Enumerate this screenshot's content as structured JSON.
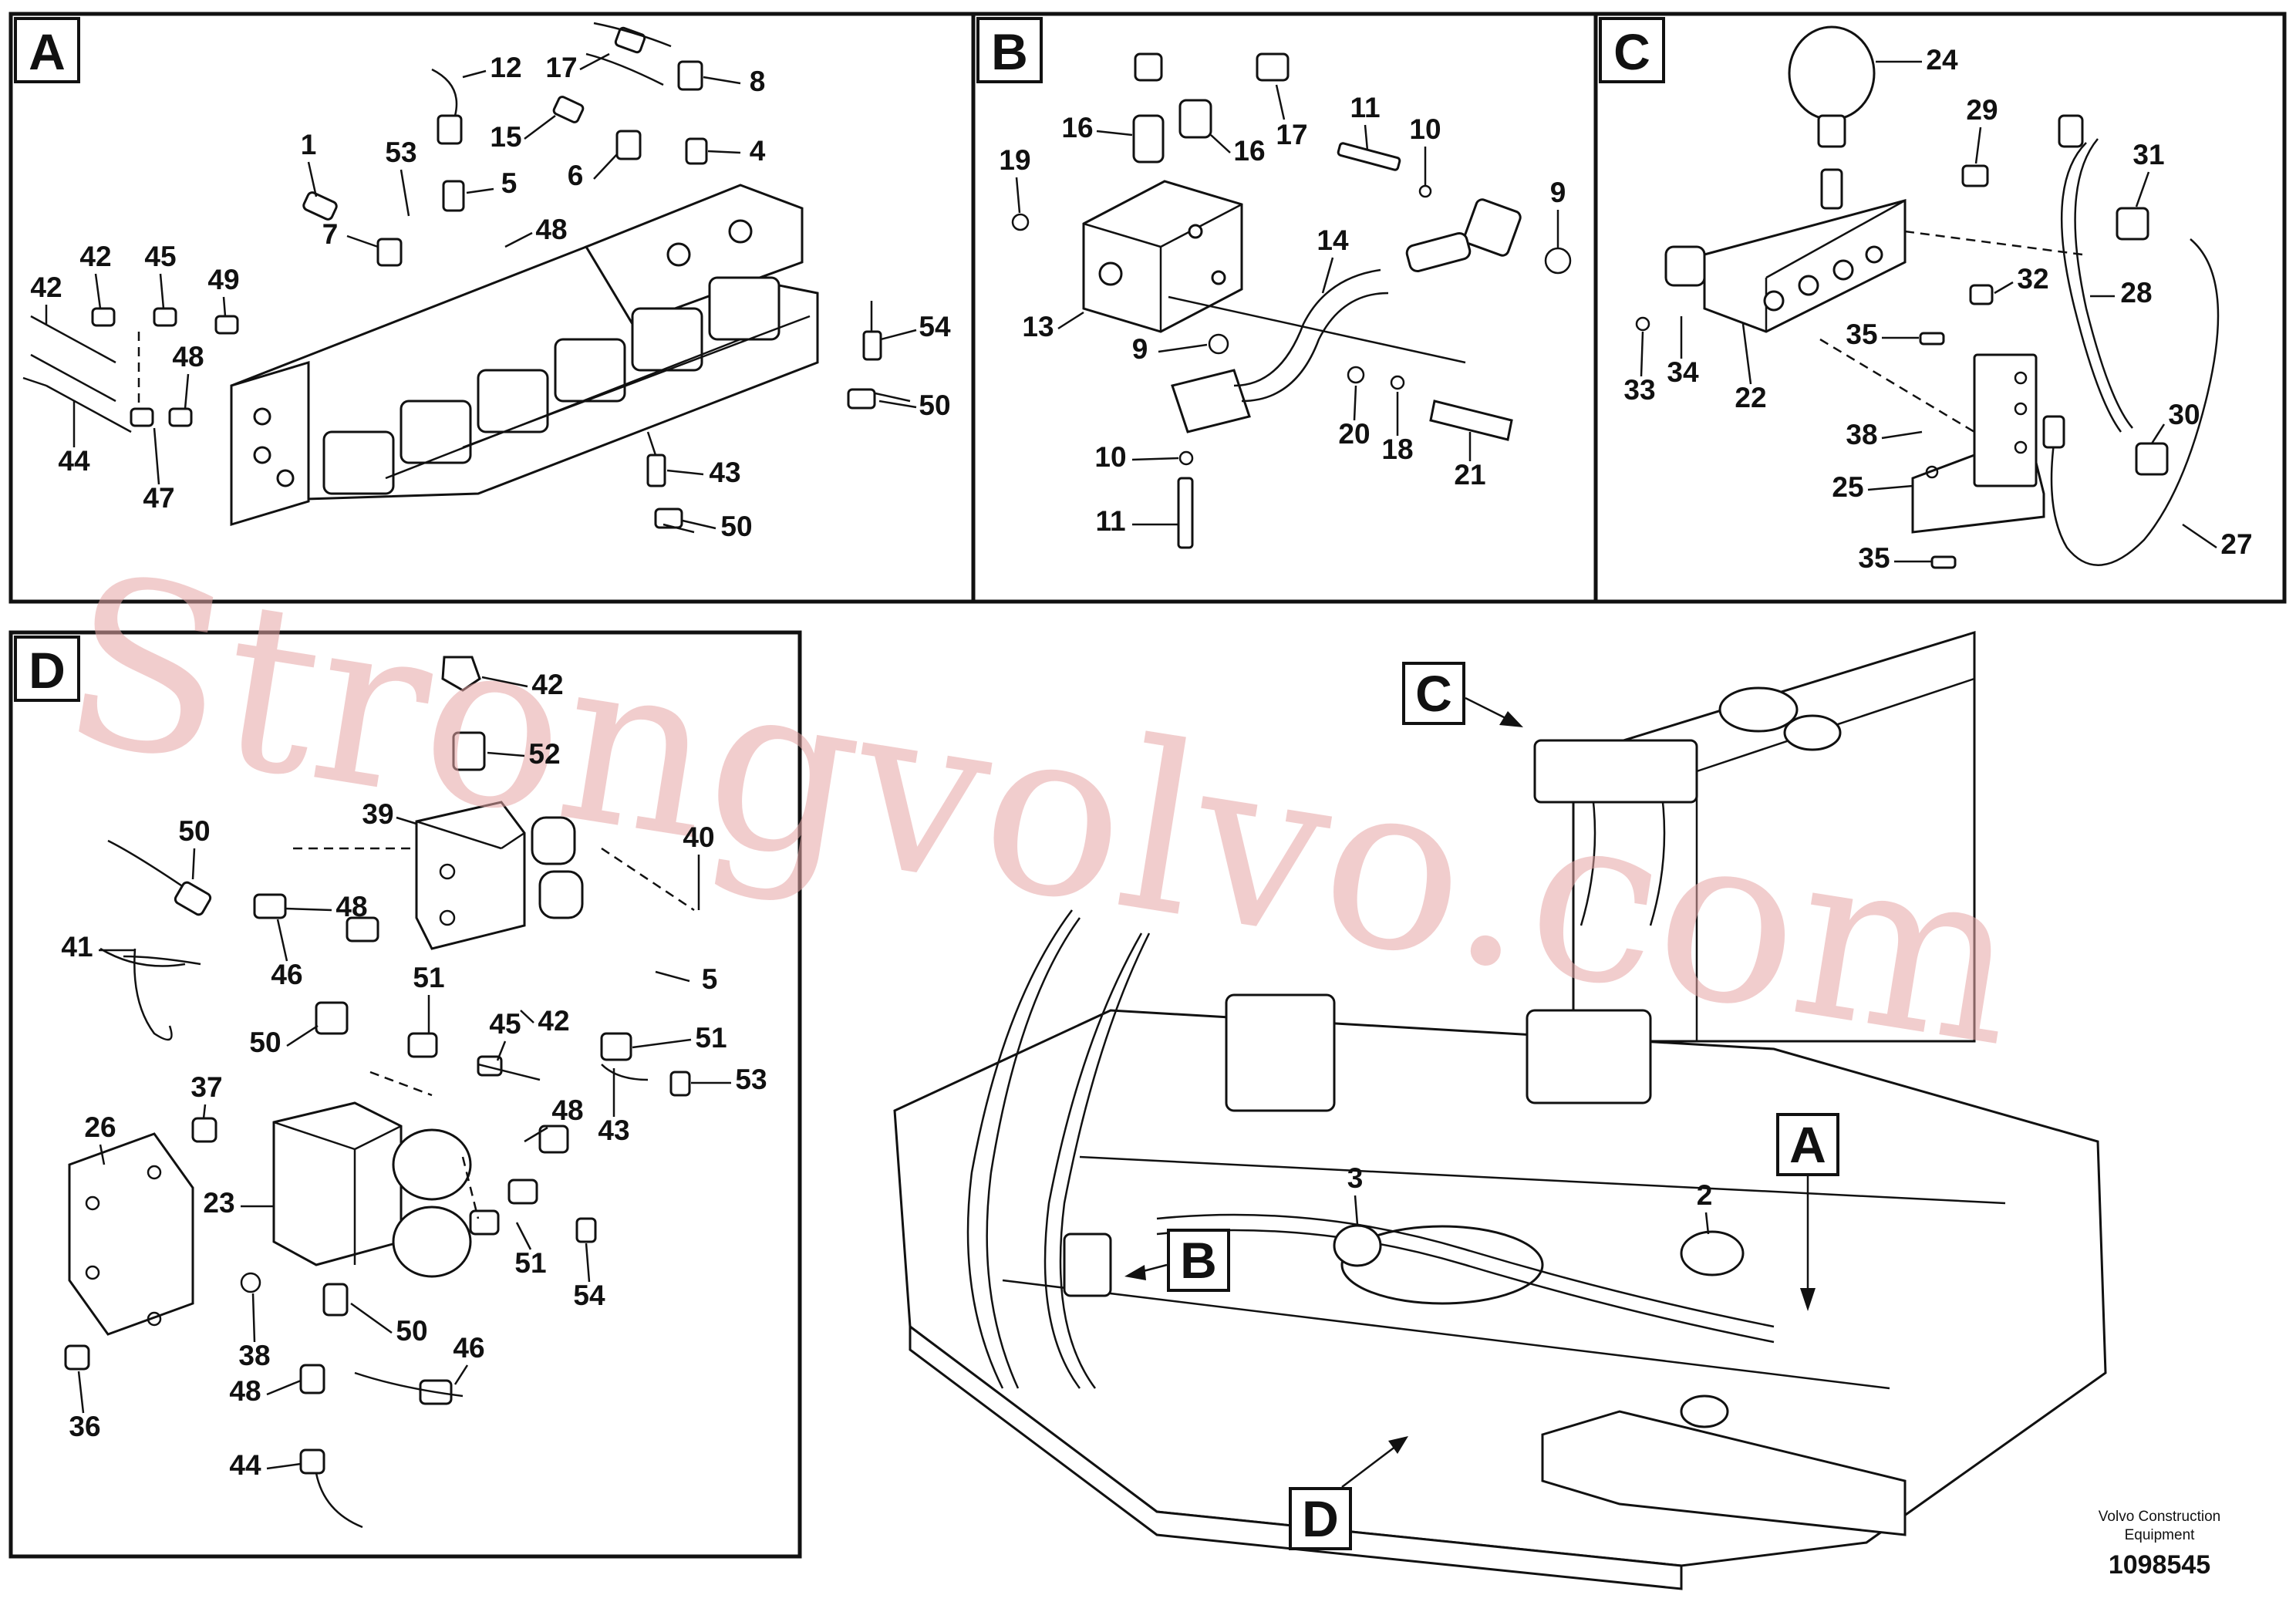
{
  "panels": [
    {
      "id": "A",
      "label": "A",
      "callouts": [
        "1",
        "53",
        "5",
        "12",
        "17",
        "15",
        "6",
        "8",
        "4",
        "48",
        "7",
        "42",
        "45",
        "49",
        "48",
        "54",
        "50",
        "43",
        "50",
        "44",
        "47"
      ]
    },
    {
      "id": "B",
      "label": "B",
      "callouts": [
        "16",
        "16",
        "17",
        "19",
        "11",
        "10",
        "9",
        "13",
        "14",
        "9",
        "20",
        "18",
        "21",
        "10",
        "11"
      ]
    },
    {
      "id": "C",
      "label": "C",
      "callouts": [
        "24",
        "29",
        "31",
        "32",
        "28",
        "33",
        "34",
        "22",
        "35",
        "38",
        "25",
        "30",
        "27",
        "35"
      ]
    },
    {
      "id": "D",
      "label": "D",
      "callouts": [
        "42",
        "52",
        "39",
        "50",
        "48",
        "40",
        "41",
        "46",
        "5",
        "50",
        "51",
        "45",
        "42",
        "51",
        "53",
        "37",
        "26",
        "23",
        "48",
        "43",
        "51",
        "54",
        "50",
        "38",
        "46",
        "48",
        "44",
        "36"
      ]
    }
  ],
  "overview": {
    "locators": [
      "C",
      "A",
      "B",
      "D"
    ],
    "callouts": [
      "3",
      "2"
    ]
  },
  "watermark": "Strongvolvo.com",
  "footer": {
    "company": "Volvo Construction Equipment",
    "company_line1": "Volvo Construction",
    "company_line2": "Equipment",
    "doc_number": "1098545"
  },
  "colors": {
    "line": "#111111",
    "background": "#ffffff",
    "watermark": "#e7a6a6"
  }
}
